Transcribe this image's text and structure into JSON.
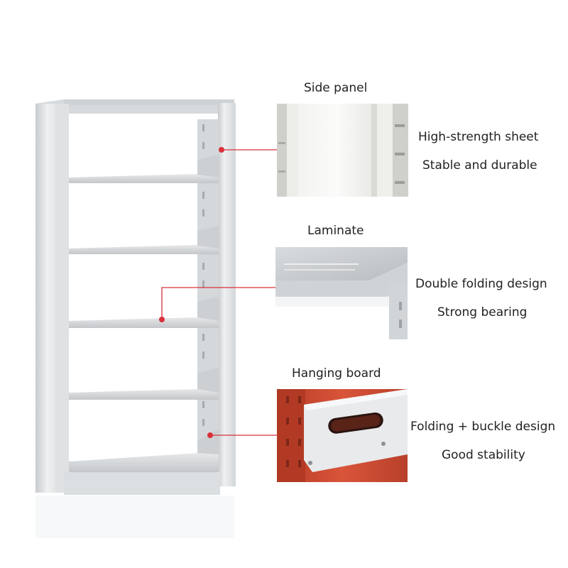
{
  "sections": [
    {
      "title": "Side panel",
      "features": [
        "High-strength sheet",
        "Stable and durable"
      ]
    },
    {
      "title": "Laminate",
      "features": [
        "Double folding design",
        "Strong bearing"
      ]
    },
    {
      "title": "Hanging board",
      "features": [
        "Folding + buckle design",
        "Good stability"
      ]
    }
  ],
  "colors": {
    "callout": "#d9303b",
    "metal": "#e4e6e8",
    "metal_dark": "#c9cccf",
    "red_upright": "#c9432c"
  }
}
